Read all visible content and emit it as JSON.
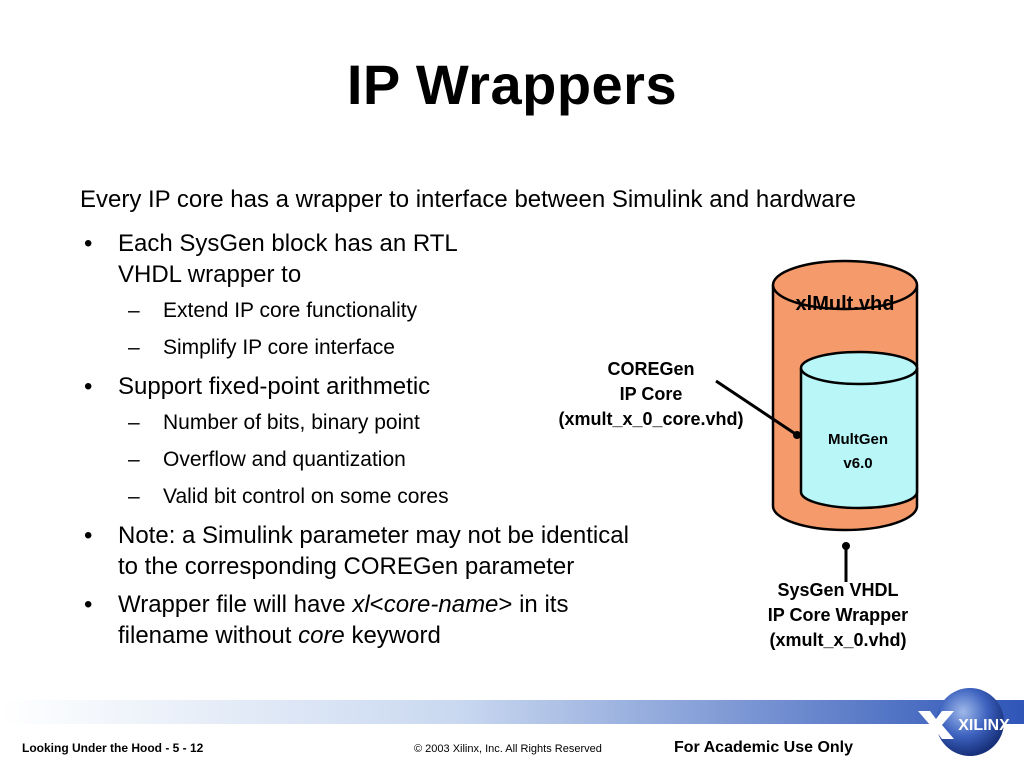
{
  "title": "IP Wrappers",
  "intro": "Every IP core has a wrapper to interface between Simulink and hardware",
  "bullets": [
    {
      "line1": "Each SysGen block has an RTL",
      "line2": "VHDL wrapper to",
      "subs": [
        "Extend IP core functionality",
        "Simplify IP core interface"
      ]
    },
    {
      "line1": "Support fixed-point arithmetic",
      "subs": [
        "Number of bits, binary point",
        "Overflow and quantization",
        "Valid bit control on some cores"
      ]
    },
    {
      "line1": "Note: a Simulink parameter may not be identical",
      "line2": "to the corresponding COREGen parameter"
    },
    {
      "line1_pre": "Wrapper file will have ",
      "line1_em1": "xl",
      "line1_mid": "<",
      "line1_em2": "core-name",
      "line1_post": "> in its",
      "line2_pre": "filename without ",
      "line2_em": "core",
      "line2_post": " keyword"
    }
  ],
  "diagram": {
    "outer_label": "xlMult.vhd",
    "inner_label_1": "MultGen",
    "inner_label_2": "v6.0",
    "coregen_caption": [
      "COREGen",
      "IP Core",
      "(xmult_x_0_core.vhd)"
    ],
    "sysgen_caption": [
      "SysGen VHDL",
      "IP Core Wrapper",
      "(xmult_x_0.vhd)"
    ],
    "outer_color": "#f59a6a",
    "inner_color": "#b8f6f8"
  },
  "footer": {
    "left": "Looking Under the Hood  -  5 - 12",
    "center": "© 2003 Xilinx, Inc. All Rights Reserved",
    "right": "For Academic Use Only",
    "logo": "XILINX"
  }
}
